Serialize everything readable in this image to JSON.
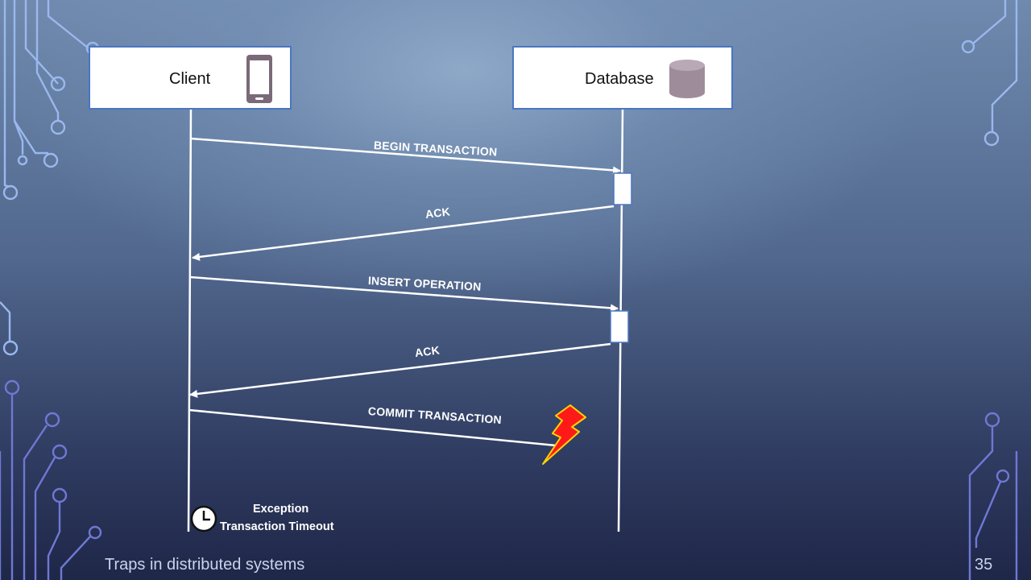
{
  "participants": {
    "client": {
      "label": "Client",
      "icon": "phone-icon"
    },
    "database": {
      "label": "Database",
      "icon": "database-cylinder-icon"
    }
  },
  "messages": [
    {
      "label": "BEGIN TRANSACTION",
      "from": "Client",
      "to": "Database"
    },
    {
      "label": "ACK",
      "from": "Database",
      "to": "Client"
    },
    {
      "label": "INSERT OPERATION",
      "from": "Client",
      "to": "Database"
    },
    {
      "label": "ACK",
      "from": "Database",
      "to": "Client"
    },
    {
      "label": "COMMIT TRANSACTION",
      "from": "Client",
      "to": "Database",
      "failed": true
    }
  ],
  "failure_icon": "lightning-bolt-icon",
  "exception": {
    "title": "Exception",
    "detail": "Transaction Timeout",
    "icon": "clock-icon"
  },
  "footer": {
    "title": "Traps in distributed systems",
    "slide_number": "35"
  },
  "colors": {
    "box_border": "#4a76c2",
    "line": "#ffffff",
    "bolt_fill": "#ff1a1a",
    "bolt_stroke": "#ffd400",
    "circuit_left": "#8fb0ea",
    "circuit_bottom": "#6b72c8"
  }
}
